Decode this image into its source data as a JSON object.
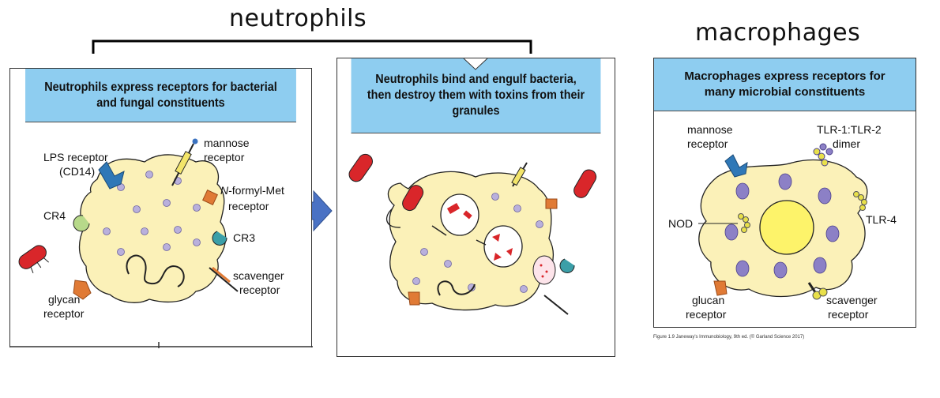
{
  "headings": {
    "neutrophils": "neutrophils",
    "macrophages": "macrophages"
  },
  "panel1": {
    "title": "Neutrophils express receptors for bacterial and fungal constituents",
    "labels": {
      "lps": "LPS receptor",
      "cd14": "(CD14)",
      "mannose": "mannose",
      "mannose2": "receptor",
      "formyl_n": "N",
      "formyl": "-formyl-Met",
      "formyl2": "receptor",
      "cr4": "CR4",
      "cr3": "CR3",
      "scavenger": "scavenger",
      "scavenger2": "receptor",
      "glycan": "glycan",
      "glycan2": "receptor"
    }
  },
  "panel2": {
    "title": "Neutrophils bind and engulf bacteria, then destroy them with toxins from their granules"
  },
  "panel3": {
    "title": "Macrophages express receptors for many microbial constituents",
    "labels": {
      "mannose": "mannose",
      "mannose2": "receptor",
      "tlr12": "TLR-1:TLR-2",
      "tlr12b": "dimer",
      "nod": "NOD",
      "tlr4": "TLR-4",
      "glucan": "glucan",
      "glucan2": "receptor",
      "scavenger": "scavenger",
      "scavenger2": "receptor"
    }
  },
  "citation": "Figure 1.9 Janeway's Immunobiology, 9th ed. (© Garland Science 2017)",
  "colors": {
    "title_bg": "#8ecdf0",
    "cell_fill": "#fbf1b8",
    "granule": "#b9b0dc",
    "bacterium": "#d9262a",
    "arrow": "#4a72c4",
    "receptor_blue": "#2f78b7",
    "receptor_orange": "#e07a35",
    "receptor_green": "#b7d98a",
    "receptor_teal": "#3b9fa8",
    "nucleus": "#fdf36a",
    "macro_granule": "#8c80c6"
  }
}
